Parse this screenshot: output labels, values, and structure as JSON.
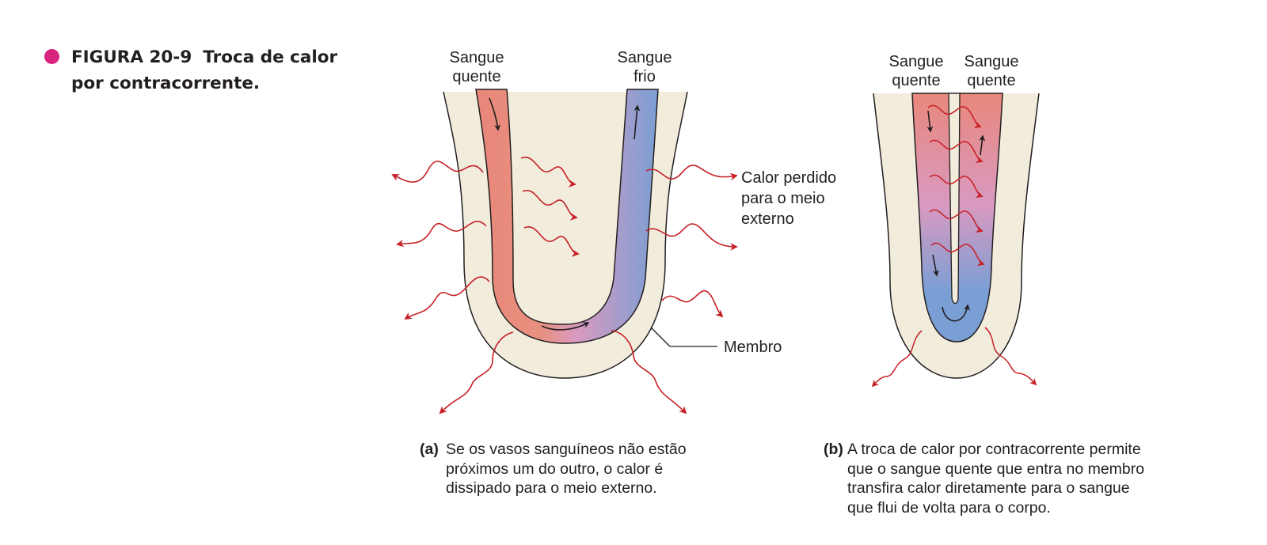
{
  "figure": {
    "number": "FIGURA 20-9",
    "title_line1": "Troca de calor",
    "title_line2": "por contracorrente.",
    "bullet_color": "#d6247f"
  },
  "panel_a": {
    "label_warm_line1": "Sangue",
    "label_warm_line2": "quente",
    "label_cold_line1": "Sangue",
    "label_cold_line2": "frio",
    "heat_lost_line1": "Calor perdido",
    "heat_lost_line2": "para o meio",
    "heat_lost_line3": "externo",
    "limb_label": "Membro",
    "caption_tag": "(a)",
    "caption_text_line1": "Se os vasos sanguíneos não estão",
    "caption_text_line2": "próximos um do outro, o calor é",
    "caption_text_line3": "dissipado para o meio externo."
  },
  "panel_b": {
    "label_left_line1": "Sangue",
    "label_left_line2": "quente",
    "label_right_line1": "Sangue",
    "label_right_line2": "quente",
    "caption_tag": "(b)",
    "caption_text_line1": "A troca de calor por contracorrente permite",
    "caption_text_line2": "que o sangue quente que entra no membro",
    "caption_text_line3": "transfira calor diretamente para o sangue",
    "caption_text_line4": "que flui de volta para o corpo."
  },
  "colors": {
    "warm_blood": "#e8877a",
    "mixed_blood": "#d99ac0",
    "cold_blood": "#7a9fd4",
    "limb_fill": "#f2ecdd",
    "heat_wave": "#c62026",
    "flow_arrow": "#231f20"
  }
}
